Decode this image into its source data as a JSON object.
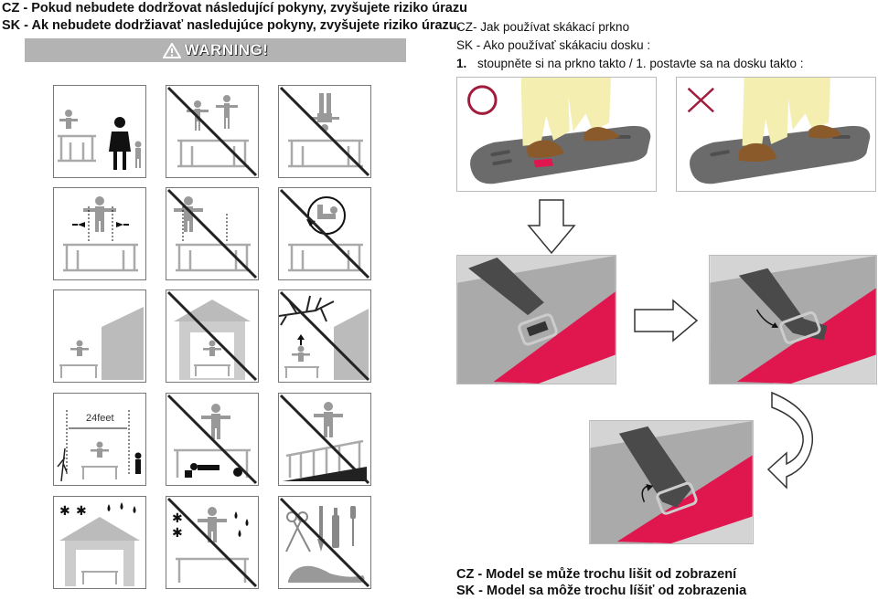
{
  "left_header": {
    "cz": "CZ - Pokud nebudete dodržovat následující pokyny, zvyšujete riziko úrazu",
    "sk": "SK - Ak nebudete dodržiavať nasledujúce pokyny, zvyšujete riziko úrazu."
  },
  "warning": {
    "label": "WARNING!",
    "icon": "warning-triangle-icon"
  },
  "right_header": {
    "cz": "CZ- Jak používat skákací prkno",
    "sk": "SK - Ako používať skákaciu dosku :",
    "step_number": "1.",
    "step_text": "stoupněte si na prkno takto / 1. postavte sa na dosku takto :"
  },
  "distance_label": "24feet",
  "footer": {
    "cz": "CZ - Model se může trochu lišit od zobrazení",
    "sk": "SK - Model sa môže trochu líšiť od zobrazenia"
  },
  "colors": {
    "warning_bar": "#b3b3b3",
    "strap_red": "#e0174f",
    "correct_mark": "#a01b3c",
    "wrong_mark": "#a01b3c"
  }
}
